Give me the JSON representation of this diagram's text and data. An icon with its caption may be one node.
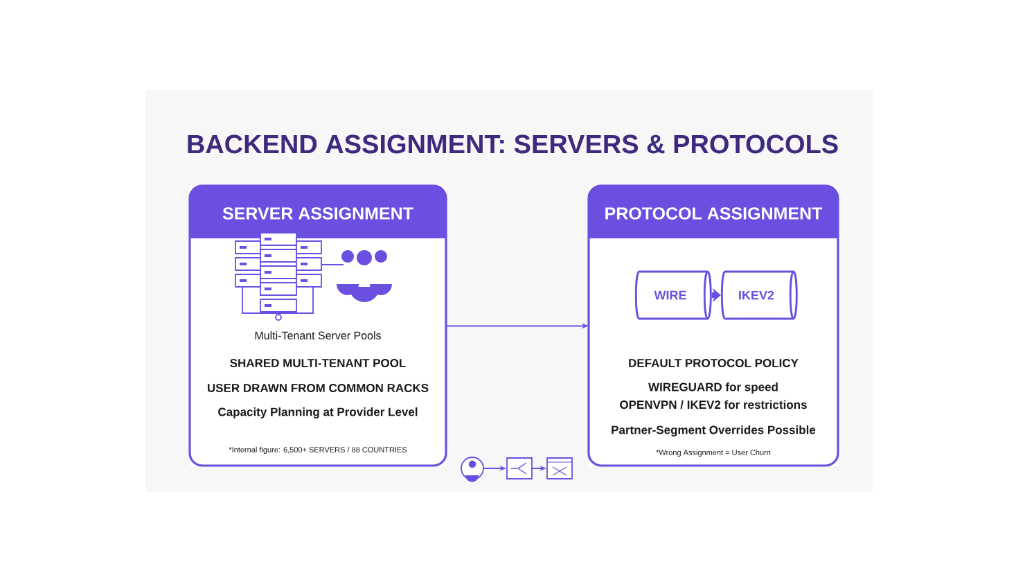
{
  "diagram": {
    "title": "BACKEND ASSIGNMENT: SERVERS & PROTOCOLS",
    "nodes": [
      {
        "text": [
          "SERVER ASSIGNMENT",
          "Multi-Tenant Server Pools",
          "SHARED MULTI-TENANT POOL",
          "USER DRAWN FROM COMMON RACKS",
          "Capacity Planning at Provider Level",
          "*Internal figure: 6,500+ SERVERS / 88 COUNTRIES"
        ]
      },
      {
        "text": [
          "PROTOCOL ASSIGNMENT",
          "DEFAULT PROTOCOL POLICY",
          "WIREGUARD for speed",
          "OPENVPN / IKEV2 for restrictions",
          "Partner-Segment Overrides Possible",
          "*Wrong Assignment = User Churn"
        ]
      },
      {
        "text": [
          "WIRE"
        ],
        "in": 1
      },
      {
        "text": [
          "IKEV2"
        ],
        "in": 1
      },
      {
        "text": [],
        "shape": "circle"
      },
      {
        "text": [],
        "shape": "box"
      },
      {
        "text": [],
        "shape": "box"
      }
    ],
    "edges": [
      {
        "from": 0,
        "to": 1,
        "arrow": "to"
      },
      {
        "from": 2,
        "to": 3,
        "arrow": "to",
        "style": "thick"
      },
      {
        "from": 4,
        "to": 5,
        "arrow": "to"
      },
      {
        "from": 5,
        "to": 6,
        "arrow": "to"
      }
    ]
  }
}
